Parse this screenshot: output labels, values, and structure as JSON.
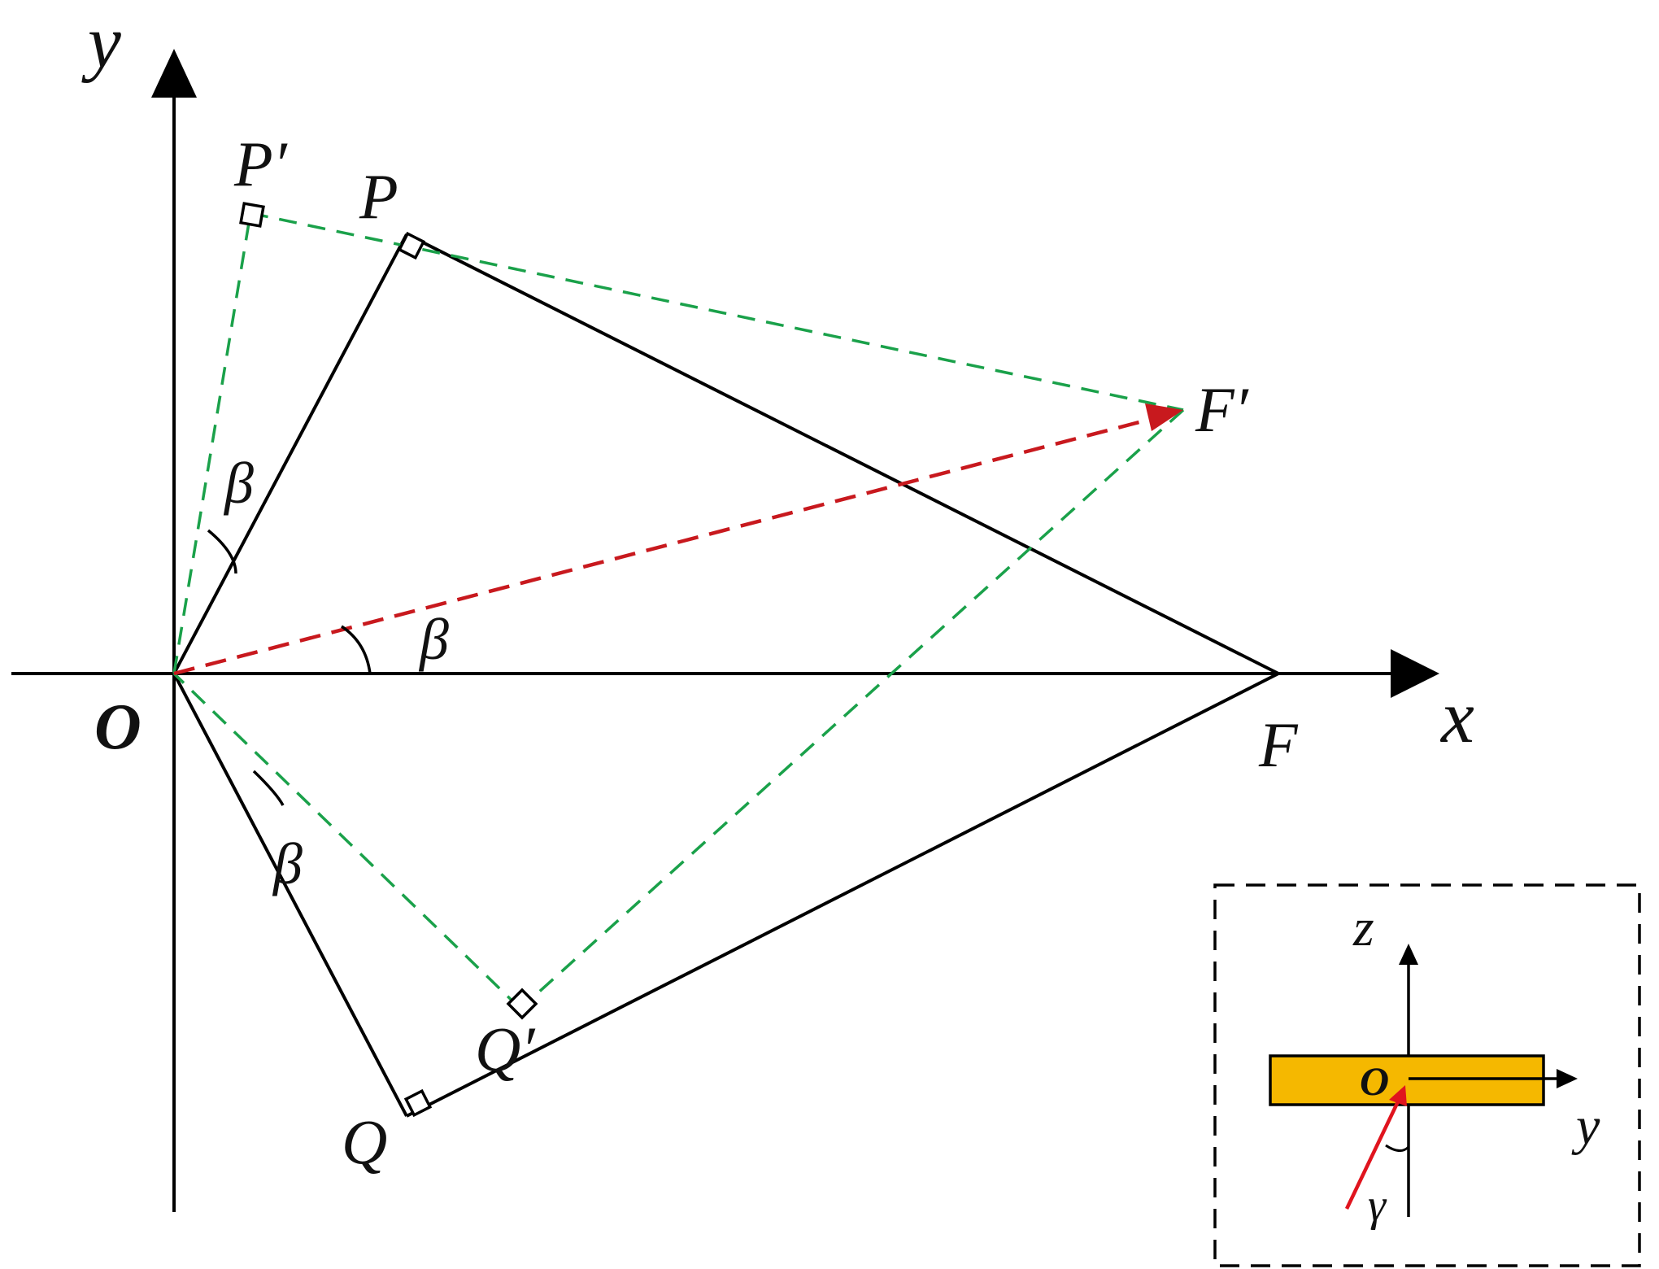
{
  "labels": {
    "y": "y",
    "x": "x",
    "O": "O",
    "F": "F",
    "P": "P",
    "P_prime": "P′",
    "Q": "Q",
    "Q_prime": "Q′",
    "F_prime": "F′",
    "beta_upper": "β",
    "beta_axis": "β",
    "beta_lower": "β"
  },
  "inset": {
    "z": "z",
    "y": "y",
    "O": "O",
    "gamma": "γ"
  },
  "colors": {
    "construction_dashed": "#1aa14a",
    "rotated_vector": "#c8191e",
    "element_fill": "#f5b800",
    "inset_border": "#000000"
  }
}
